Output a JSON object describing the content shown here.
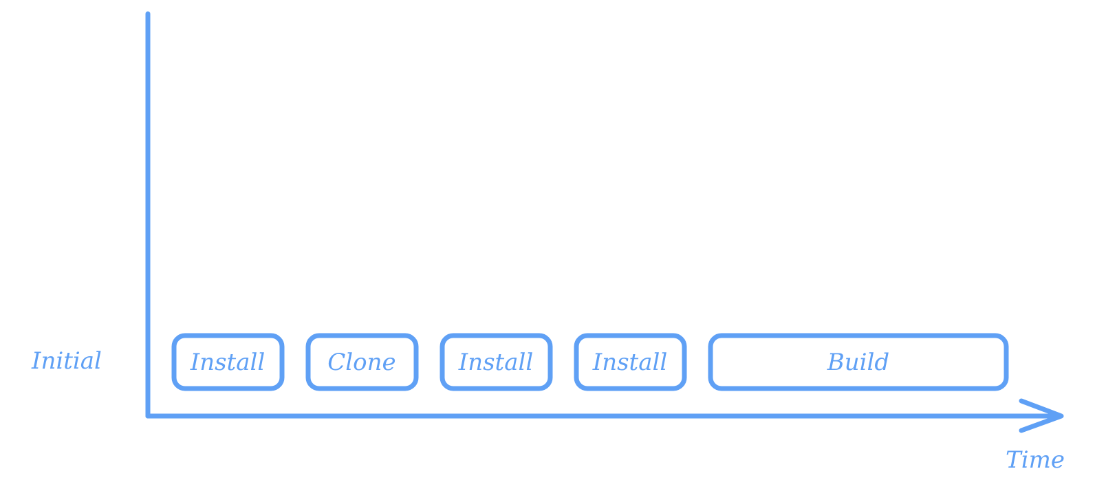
{
  "diagram": {
    "row_label": "Initial",
    "axis_label": "Time",
    "steps": [
      {
        "label": "Install"
      },
      {
        "label": "Clone"
      },
      {
        "label": "Install"
      },
      {
        "label": "Install"
      },
      {
        "label": "Build"
      }
    ]
  },
  "colors": {
    "stroke": "#5fa0f5",
    "background": "#ffffff"
  }
}
